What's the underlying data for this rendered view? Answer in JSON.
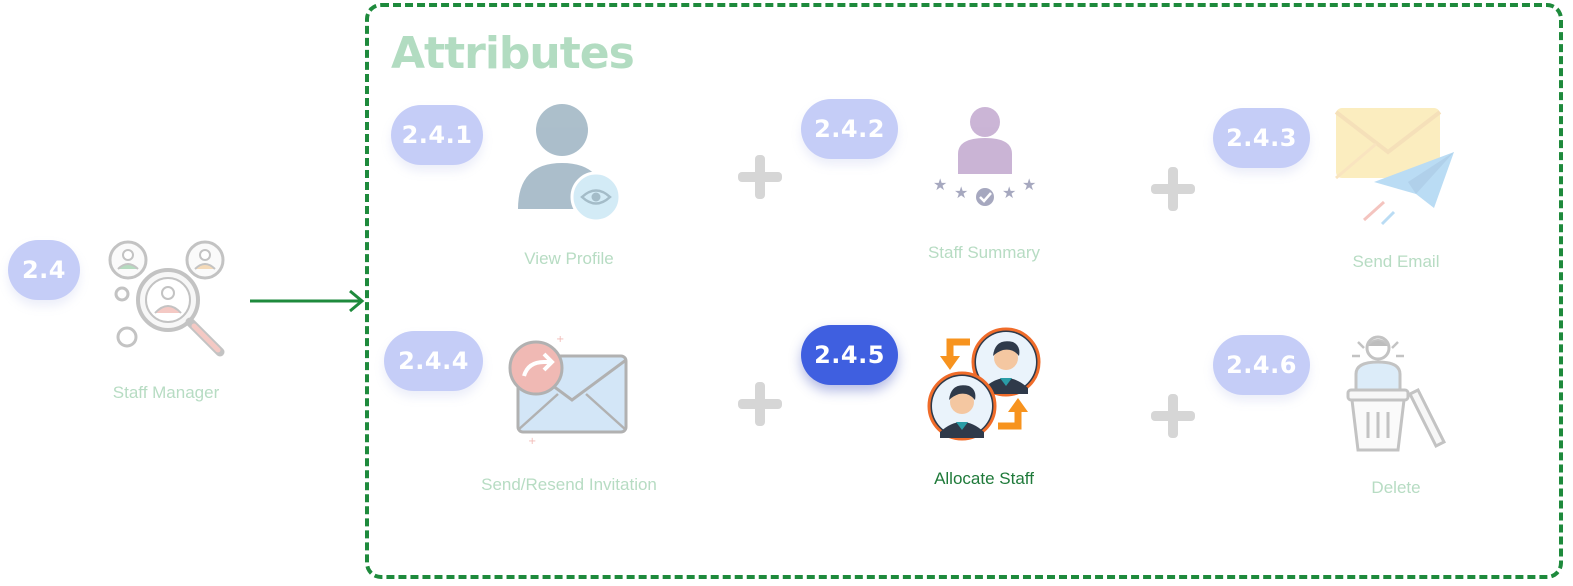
{
  "source": {
    "badge": "2.4",
    "label": "Staff Manager",
    "icon": "staff-search-icon"
  },
  "attributes": {
    "title": "Attributes",
    "items": [
      {
        "badge": "2.4.1",
        "label": "View Profile",
        "icon": "view-profile-icon",
        "active": false
      },
      {
        "badge": "2.4.2",
        "label": "Staff Summary",
        "icon": "staff-summary-icon",
        "active": false
      },
      {
        "badge": "2.4.3",
        "label": "Send Email",
        "icon": "send-email-icon",
        "active": false
      },
      {
        "badge": "2.4.4",
        "label": "Send/Resend Invitation",
        "icon": "resend-invitation-icon",
        "active": false
      },
      {
        "badge": "2.4.5",
        "label": "Allocate Staff",
        "icon": "allocate-staff-icon",
        "active": true
      },
      {
        "badge": "2.4.6",
        "label": "Delete",
        "icon": "delete-staff-icon",
        "active": false
      }
    ]
  },
  "colors": {
    "frame": "#1e8a3c",
    "badge_faded": "#c5cdf7",
    "badge_active": "#3f5fe0",
    "label_faded": "#b7dcc3",
    "label_active": "#1f7a3a",
    "plus": "#d6d6d6"
  }
}
